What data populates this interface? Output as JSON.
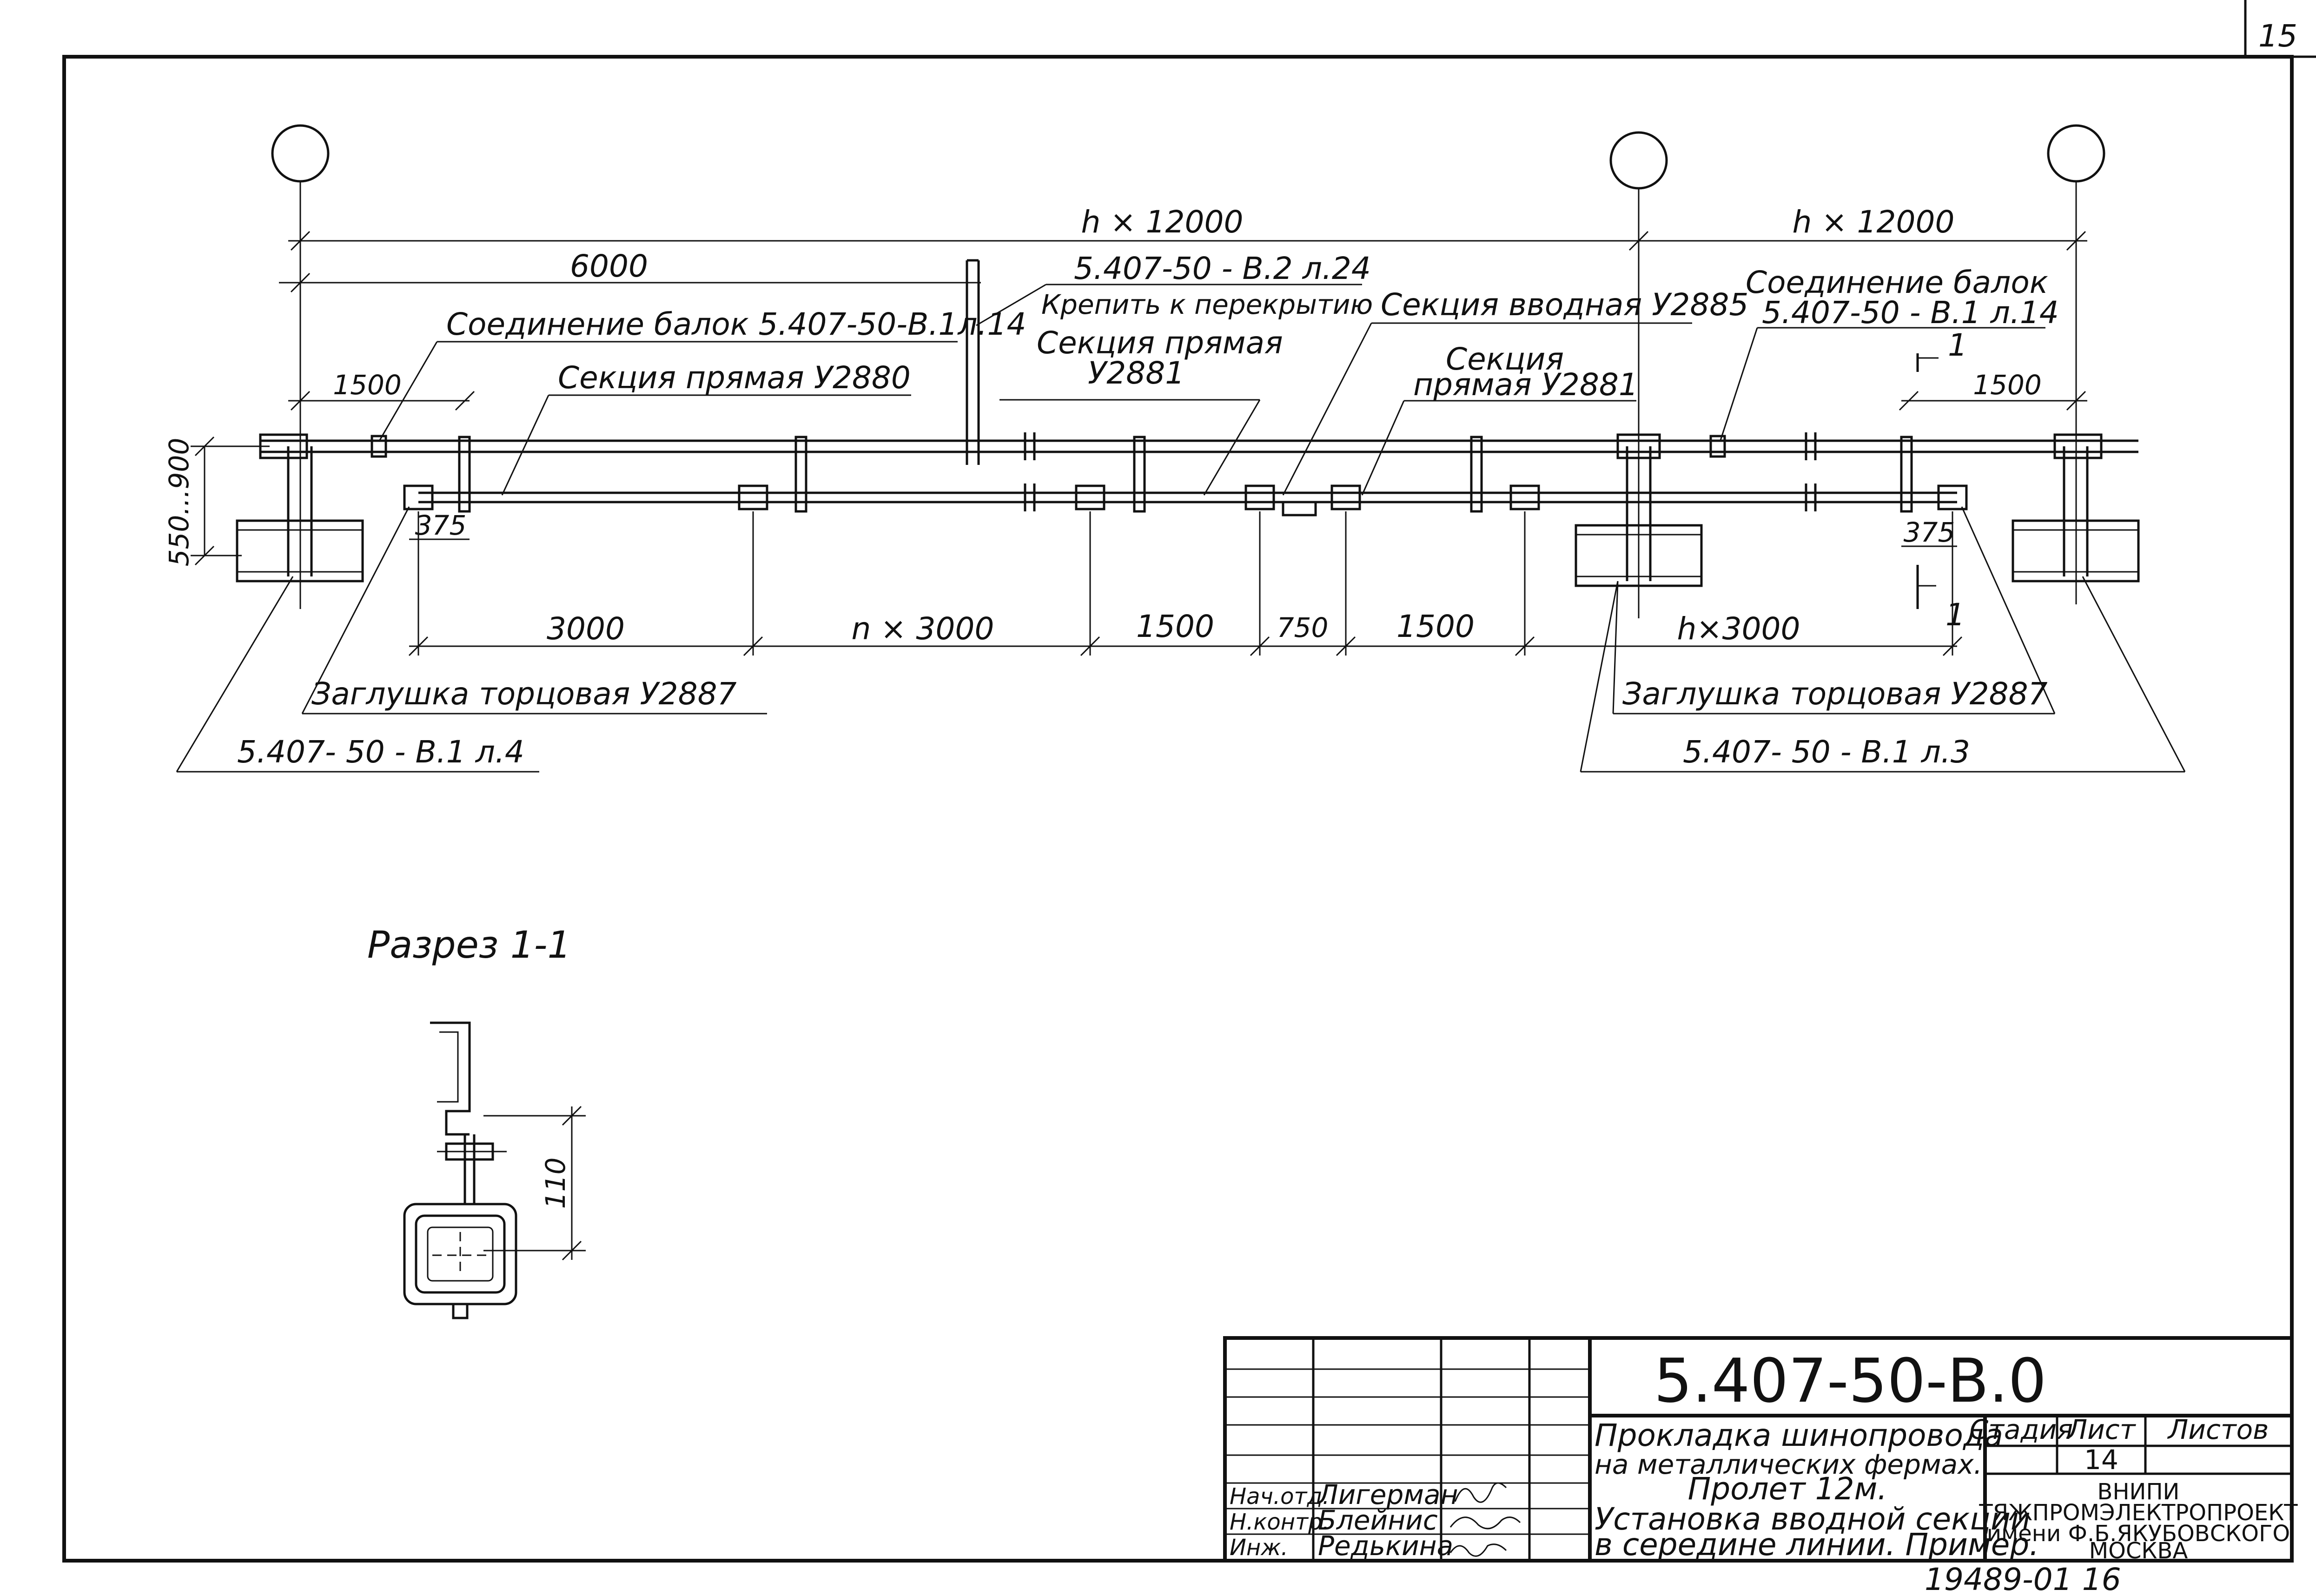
{
  "sheet_corner_number": "15",
  "plan": {
    "span_left": "h × 12000",
    "span_right": "h × 12000",
    "dim_6000": "6000",
    "dim_1500_left": "1500",
    "dim_1500_right": "1500",
    "dim_height": "550...900",
    "dim_375_left": "375",
    "dim_375_right": "375",
    "bottom_dims": [
      "3000",
      "n × 3000",
      "1500",
      "750",
      "1500",
      "h×3000"
    ],
    "section_mark": "1",
    "labels": {
      "beam_joint_left": "Соединение балок 5.407-50-В.1л.14",
      "straight_section_left": "Секция прямая У2880",
      "fix_ref": "5.407-50 - В.2 л.24",
      "fix_note": "Крепить к перекрытию",
      "straight_section_mid_1": "Секция прямая",
      "straight_section_mid_2": "У2881",
      "input_section": "Секция вводная У2885",
      "straight_section_right_1": "Секция",
      "straight_section_right_2": "прямая У2881",
      "beam_joint_right_1": "Соединение балок",
      "beam_joint_right_2": "5.407-50 - В.1 л.14",
      "end_cap_left": "Заглушка торцовая У2887",
      "end_cap_left_ref": "5.407- 50 - В.1 л.4",
      "end_cap_right": "Заглушка торцовая У2887",
      "end_cap_right_ref": "5.407- 50 - В.1 л.3"
    }
  },
  "section_view": {
    "title": "Разрез 1-1",
    "dim_110": "110"
  },
  "title_block": {
    "code": "5.407-50-В.0",
    "title_lines": [
      "Прокладка шинопровода",
      "на металлических фермах.",
      "Пролет 12м.",
      "Установка вводной секции",
      "в середине линии. Пример."
    ],
    "head_stage": "Стадия",
    "head_sheet": "Лист",
    "head_sheets": "Листов",
    "sheet_no": "14",
    "org_lines": [
      "ВНИПИ",
      "ТЯЖПРОМЭЛЕКТРОПРОЕКТ",
      "имени Ф.Б.ЯКУБОВСКОГО",
      "МОСКВА"
    ],
    "roles": [
      {
        "role": "Нач.отд.",
        "name": "Лигерман"
      },
      {
        "role": "Н.контр.",
        "name": "Блейнис"
      },
      {
        "role": "Инж.",
        "name": "Редькина"
      }
    ],
    "archive_no": "19489-01  16"
  }
}
